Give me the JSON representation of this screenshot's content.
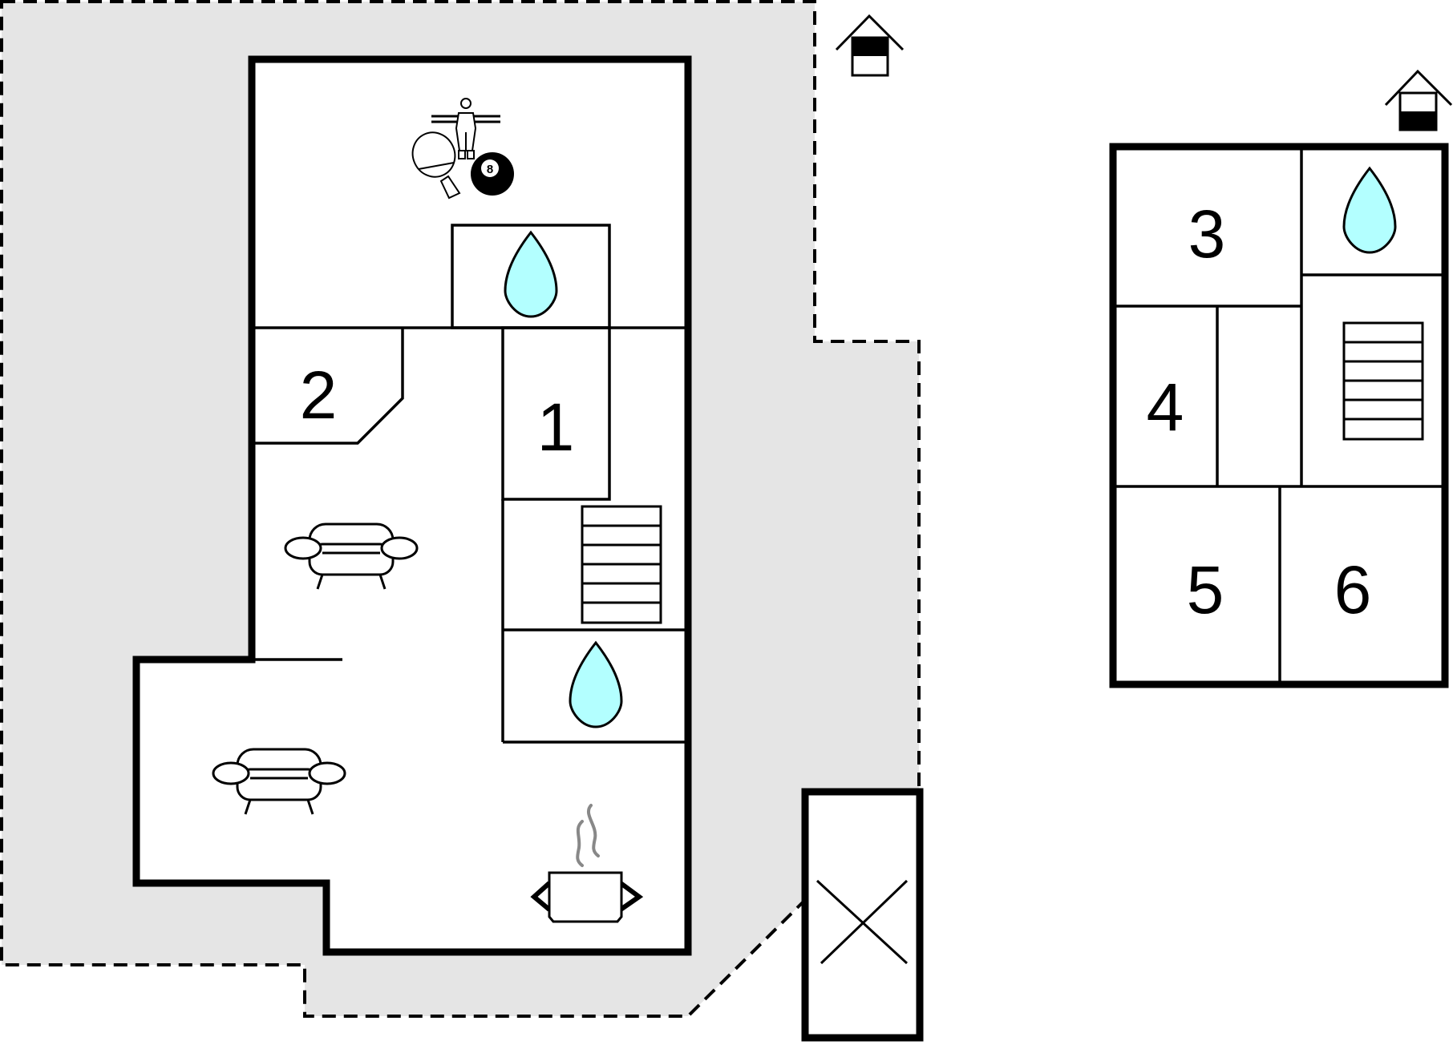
{
  "floor_plan": {
    "ground_floor": {
      "rooms": [
        {
          "label": "1",
          "kind": "bedroom"
        },
        {
          "label": "2",
          "kind": "bedroom"
        }
      ]
    },
    "upper_floor": {
      "rooms": [
        {
          "label": "3",
          "kind": "bedroom"
        },
        {
          "label": "4",
          "kind": "bedroom"
        },
        {
          "label": "5",
          "kind": "bedroom"
        },
        {
          "label": "6",
          "kind": "bedroom"
        }
      ]
    },
    "icons": {
      "bathroom": "water-drop-icon",
      "stairs": "stairs-icon",
      "living": "sofa-icon",
      "kitchen": "cooking-pot-icon",
      "activities": [
        "table-football-icon",
        "table-tennis-icon",
        "billiard-8-ball-icon"
      ],
      "floor_marker": "house-floor-icon",
      "terrace": "terrace-cross-icon"
    },
    "colors": {
      "outdoor_area": "#e5e5e5",
      "bathroom_water": "#b3ffff",
      "walls": "#000000",
      "outdoor_border": "#000000"
    }
  }
}
